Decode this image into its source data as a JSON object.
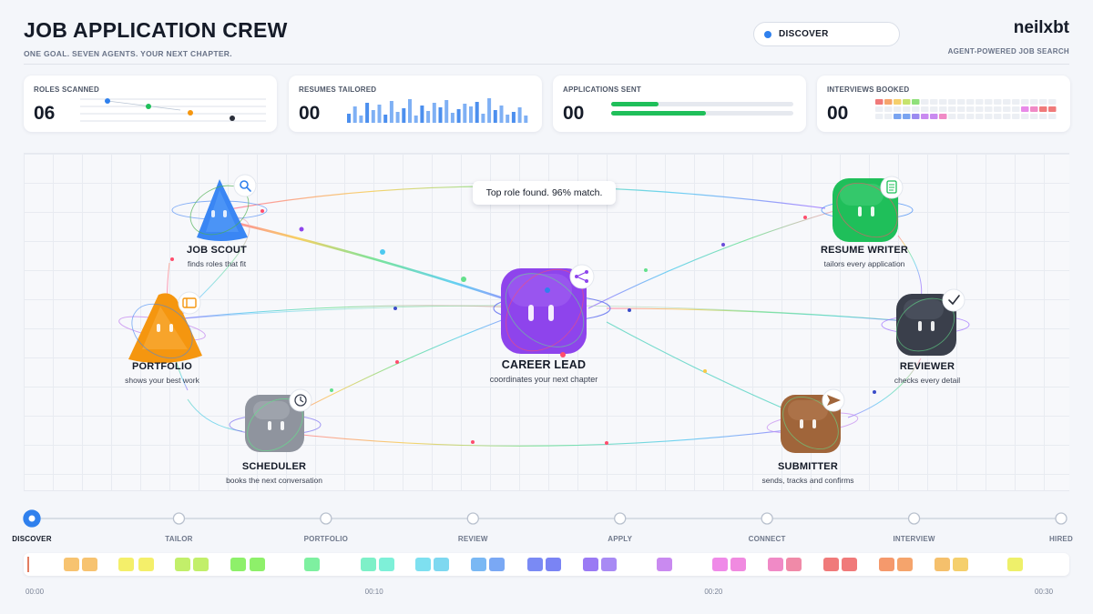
{
  "header": {
    "title": "JOB APPLICATION CREW",
    "subtitle": "ONE GOAL. SEVEN AGENTS. YOUR NEXT CHAPTER."
  },
  "brand": {
    "name": "neilxbt",
    "tagline": "AGENT-POWERED JOB SEARCH"
  },
  "mode": {
    "label": "DISCOVER",
    "color": "#2f80ed"
  },
  "stats": [
    {
      "label": "ROLES SCANNED",
      "value": "06"
    },
    {
      "label": "RESUMES TAILORED",
      "value": "00"
    },
    {
      "label": "APPLICATIONS SENT",
      "value": "00"
    },
    {
      "label": "INTERVIEWS BOOKED",
      "value": "00"
    }
  ],
  "tooltip": {
    "text": "Top role found. 96% match."
  },
  "agents": {
    "job_scout": {
      "name": "JOB SCOUT",
      "desc": "finds roles that fit",
      "icon": "search-icon",
      "color": "#3a86f4"
    },
    "portfolio": {
      "name": "PORTFOLIO",
      "desc": "shows your best work",
      "icon": "portfolio-icon",
      "color": "#f5960f"
    },
    "scheduler": {
      "name": "SCHEDULER",
      "desc": "books the next conversation",
      "icon": "clock-icon",
      "color": "#8f949e"
    },
    "career_lead": {
      "name": "CAREER LEAD",
      "desc": "coordinates your next chapter",
      "icon": "share-icon",
      "color": "#8e44ec"
    },
    "resume_writer": {
      "name": "RESUME WRITER",
      "desc": "tailors every application",
      "icon": "document-icon",
      "color": "#1fbf5a"
    },
    "reviewer": {
      "name": "REVIEWER",
      "desc": "checks every detail",
      "icon": "check-icon",
      "color": "#3a3f4b"
    },
    "submitter": {
      "name": "SUBMITTER",
      "desc": "sends, tracks and confirms",
      "icon": "send-icon",
      "color": "#a0653a"
    }
  },
  "stages": [
    "DISCOVER",
    "TAILOR",
    "PORTFOLIO",
    "REVIEW",
    "APPLY",
    "CONNECT",
    "INTERVIEW",
    "HIRED"
  ],
  "active_stage": "DISCOVER",
  "time_ticks": [
    "00:00",
    "00:10",
    "00:20",
    "00:30"
  ],
  "colors": {
    "accent": "#2f80ed",
    "applications": "#1fbf5a"
  }
}
